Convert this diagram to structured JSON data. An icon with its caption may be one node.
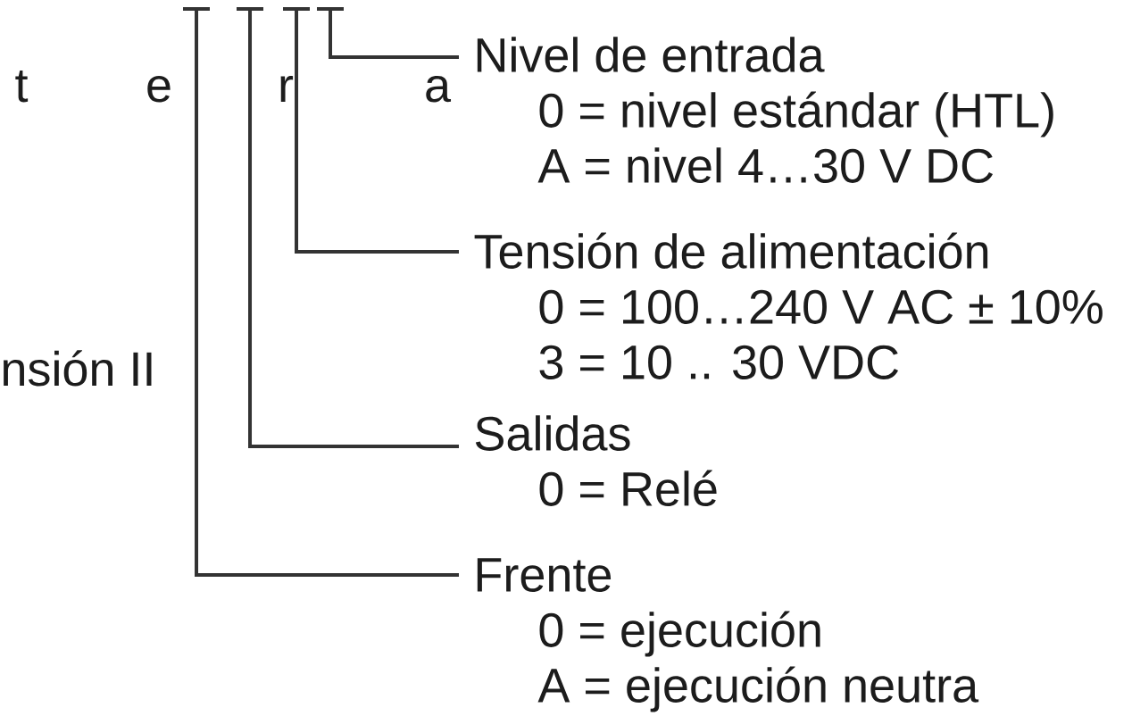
{
  "diagram": {
    "nodes": [
      {
        "text": [
          "Nivel de entrada",
          "0 = nivel estándar (HTL)",
          "A = nivel 4…30 V DC"
        ]
      },
      {
        "text": [
          "Tensión de alimentación",
          "0 = 100…240 V AC ± 10%",
          "3 = 10 .. 30 VDC"
        ]
      },
      {
        "text": [
          "Salidas",
          "0 = Relé"
        ]
      },
      {
        "text": [
          "Frente",
          "0 = ejecución",
          "A = ejecución neutra"
        ]
      }
    ],
    "edges": [
      {
        "from": null,
        "to": 0,
        "arrow": "none"
      },
      {
        "from": null,
        "to": 1,
        "arrow": "none"
      },
      {
        "from": null,
        "to": 2,
        "arrow": "none"
      },
      {
        "from": null,
        "to": 3,
        "arrow": "none"
      }
    ],
    "labels": [
      "t",
      "e",
      "r",
      "a",
      "nsión II"
    ]
  }
}
